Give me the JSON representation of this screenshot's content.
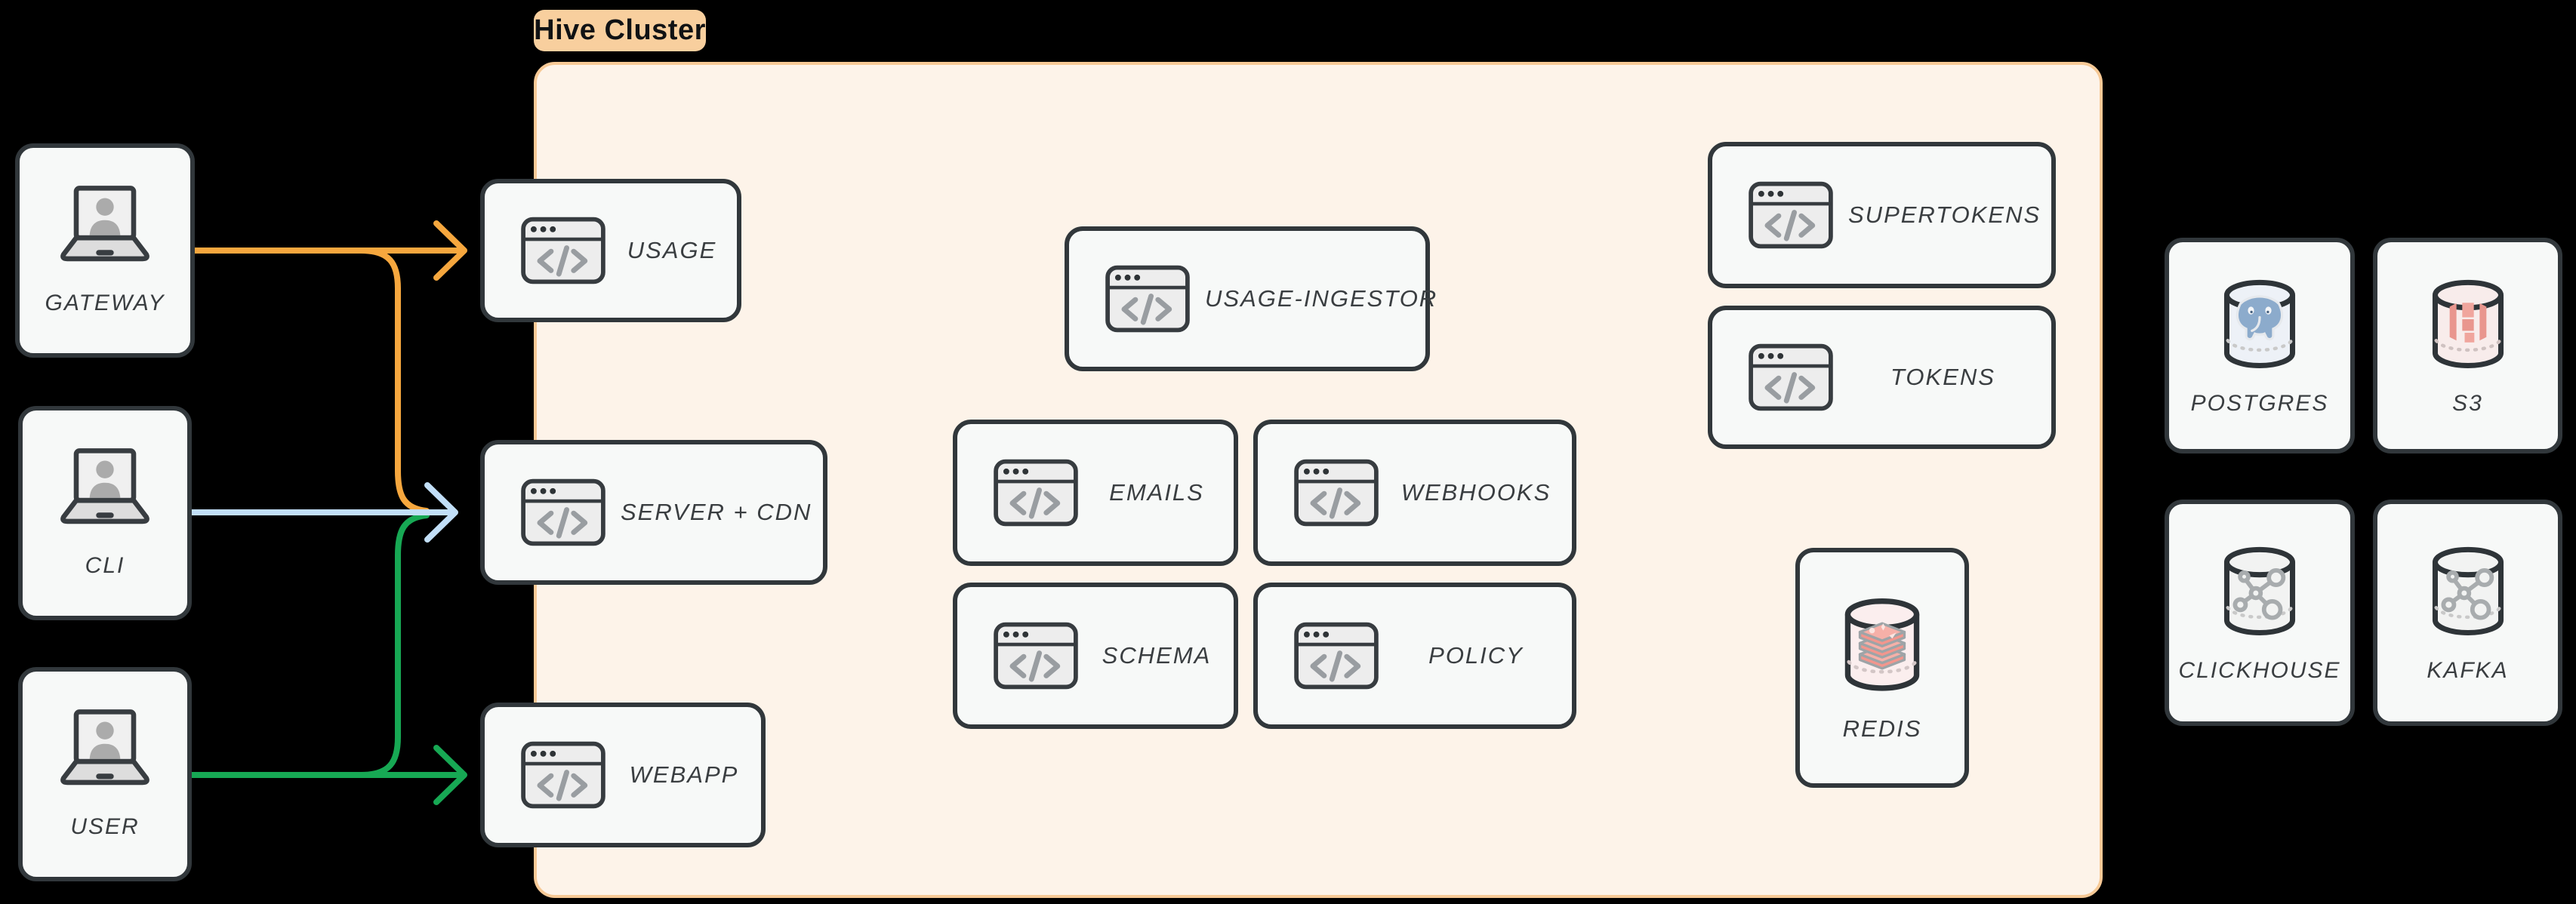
{
  "cluster": {
    "label": "Hive Cluster"
  },
  "actors": {
    "gateway": {
      "label": "GATEWAY"
    },
    "cli": {
      "label": "CLI"
    },
    "user": {
      "label": "USER"
    }
  },
  "services": {
    "usage": {
      "label": "USAGE"
    },
    "server_cdn": {
      "label": "SERVER + CDN"
    },
    "webapp": {
      "label": "WEBAPP"
    },
    "usage_ingestor": {
      "label": "USAGE-INGESTOR"
    },
    "emails": {
      "label": "EMAILS"
    },
    "webhooks": {
      "label": "WEBHOOKS"
    },
    "schema": {
      "label": "SCHEMA"
    },
    "policy": {
      "label": "POLICY"
    },
    "supertokens": {
      "label": "SUPERTOKENS"
    },
    "tokens": {
      "label": "TOKENS"
    },
    "redis": {
      "label": "REDIS"
    }
  },
  "datastores": {
    "postgres": {
      "label": "POSTGRES"
    },
    "s3": {
      "label": "S3"
    },
    "clickhouse": {
      "label": "CLICKHOUSE"
    },
    "kafka": {
      "label": "KAFKA"
    }
  },
  "edges": {
    "gateway_to_usage": {
      "from": "gateway",
      "to": "usage",
      "color": "#F6A73E"
    },
    "gateway_to_server_cdn": {
      "from": "gateway",
      "to": "server_cdn",
      "color": "#F6A73E"
    },
    "cli_to_server_cdn": {
      "from": "cli",
      "to": "server_cdn",
      "color": "#C2DFF8"
    },
    "user_to_webapp": {
      "from": "user",
      "to": "webapp",
      "color": "#17A854"
    },
    "user_to_server_cdn": {
      "from": "user",
      "to": "server_cdn",
      "color": "#17A854"
    }
  },
  "colors": {
    "background": "#000000",
    "cluster_fill": "#FDF3E9",
    "cluster_border": "#F7C996",
    "cluster_label_bg": "#F8CF9E",
    "node_fill": "#F7F9F8",
    "node_border": "#31373B",
    "text": "#3A3E41"
  }
}
